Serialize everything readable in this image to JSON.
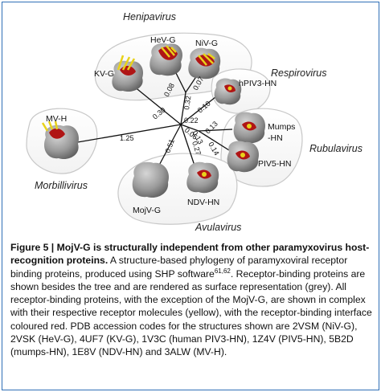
{
  "figure": {
    "clusters": {
      "henipavirus": "Henipavirus",
      "respirovirus": "Respirovirus",
      "rubulavirus": "Rubulavirus",
      "morbillivirus": "Morbillivirus",
      "avulavirus": "Avulavirus"
    },
    "proteins": {
      "hev_g": "HeV-G",
      "niv_g": "NiV-G",
      "kv_g": "KV-G",
      "hpiv3_hn": "hPIV3-HN",
      "mumps_hn_line1": "Mumps",
      "mumps_hn_line2": "-HN",
      "piv5_hn": "PIV5-HN",
      "mv_h": "MV-H",
      "ndv_hn": "NDV-HN",
      "mojv_g": "MojV-G"
    },
    "branch_lengths": {
      "b_125": "1.25",
      "b_030": "0.30",
      "b_008": "0.08",
      "b_032": "0.32",
      "b_007": "0.07",
      "b_010": "0.10",
      "b_022": "0.22",
      "b_006": "0.06",
      "b_013a": "0.13",
      "b_013b": "0.13",
      "b_051": "0.51",
      "b_027": "0.27",
      "b_014": "0.14"
    },
    "colors": {
      "surface": "#9a9a9a",
      "interface": "#b01515",
      "ligand": "#e8d21a",
      "frame": "#2f6fb6"
    }
  },
  "caption": {
    "number": "Figure 5 |",
    "title": " MojV-G is structurally independent from other paramyxovirus host-recognition proteins.",
    "text_before_ref": " A structure-based phylogeny of paramyxoviral receptor binding proteins, produced using SHP software",
    "ref": "61,62",
    "text_after_ref": ". Receptor-binding proteins are shown besides the tree and are rendered as surface representation (grey). All receptor-binding proteins, with the exception of the MojV-G, are shown in complex with their respective receptor molecules (yellow), with the receptor-binding interface coloured red. PDB accession codes for the structures shown are 2VSM (NiV-G), 2VSK (HeV-G), 4UF7 (KV-G), 1V3C (human PIV3-HN), 1Z4V (PIV5-HN), 5B2D (mumps-HN), 1E8V (NDV-HN) and 3ALW (MV-H)."
  }
}
